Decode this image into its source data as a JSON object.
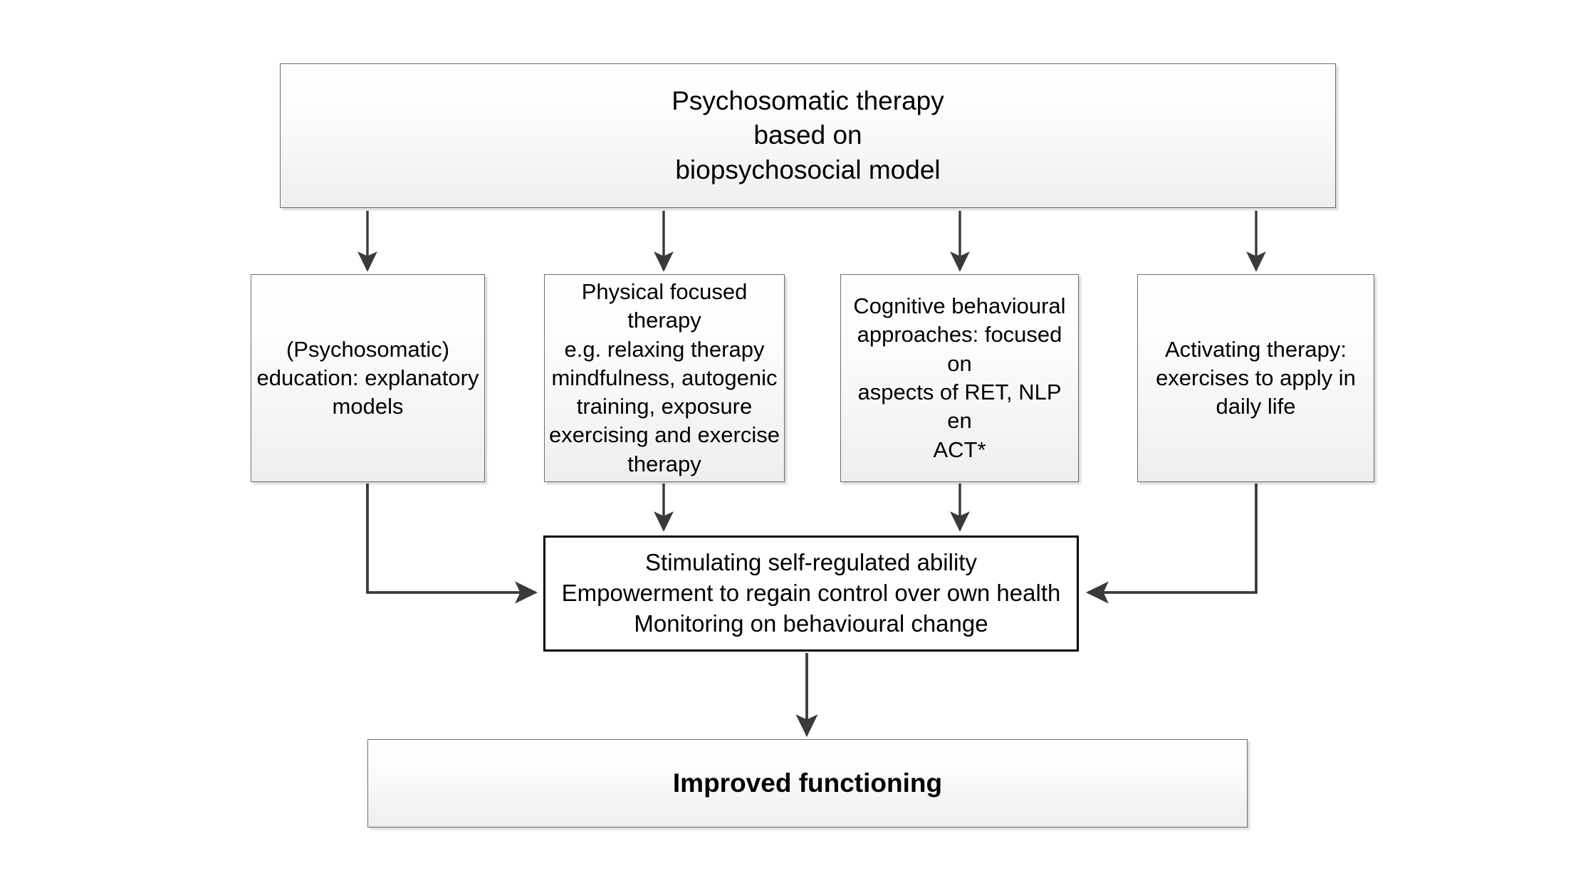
{
  "diagram": {
    "title_node": {
      "id": "psychosomatic-therapy",
      "text": "Psychosomatic therapy\nbased on\nbiopsychosocial model"
    },
    "components": [
      {
        "id": "education",
        "text": "(Psychosomatic)\neducation: explanatory\nmodels"
      },
      {
        "id": "physical-focused-therapy",
        "text": "Physical focused therapy\ne.g. relaxing therapy\nmindfulness, autogenic\ntraining,  exposure\nexercising and exercise\ntherapy"
      },
      {
        "id": "cognitive-behavioural",
        "text": "Cognitive behavioural\napproaches: focused on\naspects of RET, NLP en\nACT*"
      },
      {
        "id": "activating-therapy",
        "text": "Activating therapy:\nexercises to apply in\ndaily life"
      }
    ],
    "convergence_node": {
      "id": "self-regulation",
      "text": "Stimulating self-regulated ability\nEmpowerment  to regain control over own health\nMonitoring on behavioural change"
    },
    "outcome_node": {
      "id": "improved-functioning",
      "text": "Improved functioning"
    },
    "colors": {
      "box_border": "#6e6e6e",
      "emphasis_border": "#000000",
      "connector": "#3a3a3a",
      "text": "#000000",
      "canvas": "#ffffff"
    },
    "connectors": [
      {
        "id": "top-to-education",
        "from": "psychosomatic-therapy",
        "to": "education",
        "style": "straight-down"
      },
      {
        "id": "top-to-physical",
        "from": "psychosomatic-therapy",
        "to": "physical-focused-therapy",
        "style": "straight-down"
      },
      {
        "id": "top-to-cognitive",
        "from": "psychosomatic-therapy",
        "to": "cognitive-behavioural",
        "style": "straight-down"
      },
      {
        "id": "top-to-activating",
        "from": "psychosomatic-therapy",
        "to": "activating-therapy",
        "style": "straight-down"
      },
      {
        "id": "education-to-central",
        "from": "education",
        "to": "self-regulation",
        "style": "elbow-right"
      },
      {
        "id": "physical-to-central",
        "from": "physical-focused-therapy",
        "to": "self-regulation",
        "style": "straight-down"
      },
      {
        "id": "cognitive-to-central",
        "from": "cognitive-behavioural",
        "to": "self-regulation",
        "style": "straight-down"
      },
      {
        "id": "activating-to-central",
        "from": "activating-therapy",
        "to": "self-regulation",
        "style": "elbow-left"
      },
      {
        "id": "central-to-outcome",
        "from": "self-regulation",
        "to": "improved-functioning",
        "style": "straight-down"
      }
    ]
  }
}
